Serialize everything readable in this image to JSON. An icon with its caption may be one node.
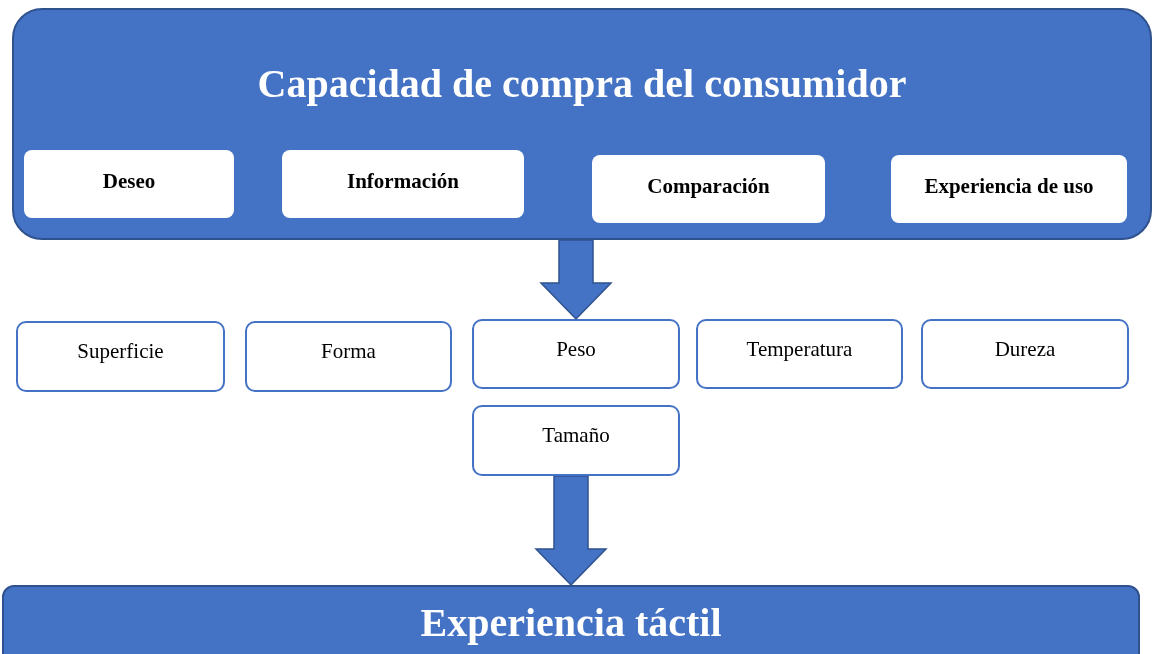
{
  "diagram": {
    "nodes": [
      {
        "text": [
          "Capacidad de compra del consumidor"
        ]
      },
      {
        "text": [
          "Deseo"
        ],
        "in": 0
      },
      {
        "text": [
          "Información"
        ],
        "in": 0
      },
      {
        "text": [
          "Comparación"
        ],
        "in": 0
      },
      {
        "text": [
          "Experiencia de uso"
        ],
        "in": 0
      },
      {
        "text": [
          "Superficie"
        ]
      },
      {
        "text": [
          "Forma"
        ]
      },
      {
        "text": [
          "Peso"
        ]
      },
      {
        "text": [
          "Temperatura"
        ]
      },
      {
        "text": [
          "Dureza"
        ]
      },
      {
        "text": [
          "Tamaño"
        ]
      },
      {
        "text": [
          "Experiencia táctil"
        ]
      }
    ],
    "edges": [
      {
        "from": 0,
        "to": 7,
        "arrow": "to"
      },
      {
        "from": 10,
        "to": 11,
        "arrow": "to"
      }
    ]
  }
}
